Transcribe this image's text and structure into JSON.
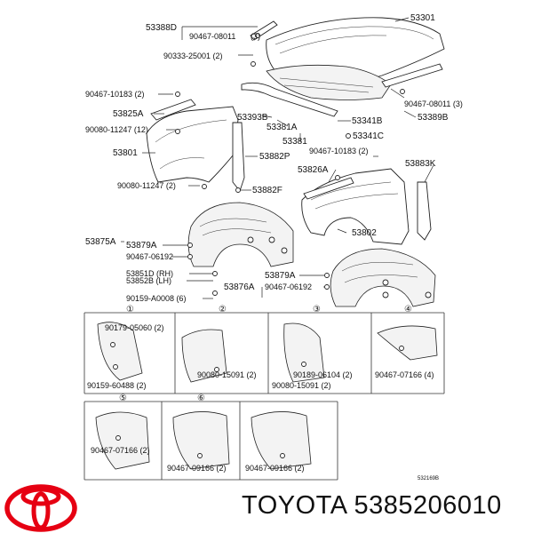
{
  "labels": {
    "53301": "53301",
    "53388D": "53388D",
    "90467_08011_a": "90467-08011",
    "num3_a": "(3)",
    "90333_25001": "90333-25001 (2)",
    "90467_10183_l": "90467-10183 (2)",
    "53825A": "53825A",
    "90080_11247_12": "90080-11247 (12)",
    "53801": "53801",
    "53393B": "53393B",
    "53381A": "53381A",
    "53381": "53381",
    "53882P": "53882P",
    "53341B": "53341B",
    "53341C": "53341C",
    "90467_08011_b": "90467-08011 (3)",
    "53389B": "53389B",
    "90467_10183_r": "90467-10183 (2)",
    "53826A": "53826A",
    "53883K": "53883K",
    "90080_11247_2": "90080-11247 (2)",
    "53882F": "53882F",
    "53802": "53802",
    "53875A": "53875A",
    "53879A_l": "53879A",
    "90467_06192_l": "90467-06192",
    "53851D": "53851D (RH)",
    "53852B": "53852B (LH)",
    "90159_A0008": "90159-A0008 (6)",
    "53876A": "53876A",
    "53879A_r": "53879A",
    "90467_06192_r": "90467-06192",
    "c1": "①",
    "c2": "②",
    "c3": "③",
    "c4": "④",
    "c5": "⑤",
    "c6": "⑥",
    "90179_05060": "90179-05060 (2)",
    "90159_60488": "90159-60488 (2)",
    "90080_15091_a": "90080-15091 (2)",
    "90189_06104": "90189-06104 (2)",
    "90080_15091_b": "90080-15091 (2)",
    "90467_07166_4": "90467-07166 (4)",
    "90467_07166_2": "90467-07166 (2)",
    "90467_09166_a": "90467-09166 (2)",
    "90467_09166_b": "90467-09166 (2)",
    "ref": "532169B"
  },
  "footer": {
    "brand_text": "TOYOTA 5385206010"
  },
  "colors": {
    "logo_red": "#e60012",
    "ink": "#111111"
  }
}
